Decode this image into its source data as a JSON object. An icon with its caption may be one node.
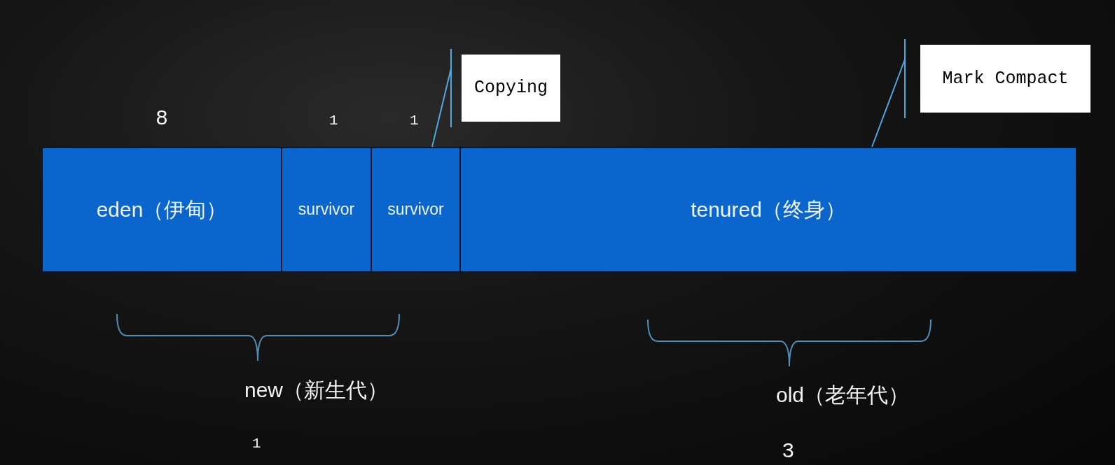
{
  "diagram": {
    "nodes": [
      {
        "text": [
          "Copying"
        ]
      },
      {
        "text": [
          "Mark Compact"
        ]
      },
      {
        "text": [
          "eden（伊甸）"
        ]
      },
      {
        "text": [
          "survivor"
        ]
      },
      {
        "text": [
          "survivor"
        ]
      },
      {
        "text": [
          "tenured（终身）"
        ]
      }
    ],
    "edges": [
      {
        "from": 0,
        "to": 4,
        "arrow": "none"
      },
      {
        "from": 1,
        "to": 5,
        "arrow": "none"
      }
    ],
    "labels": [
      "8",
      "1",
      "1",
      "new（新生代）",
      "old（老年代）",
      "1",
      "3"
    ]
  }
}
